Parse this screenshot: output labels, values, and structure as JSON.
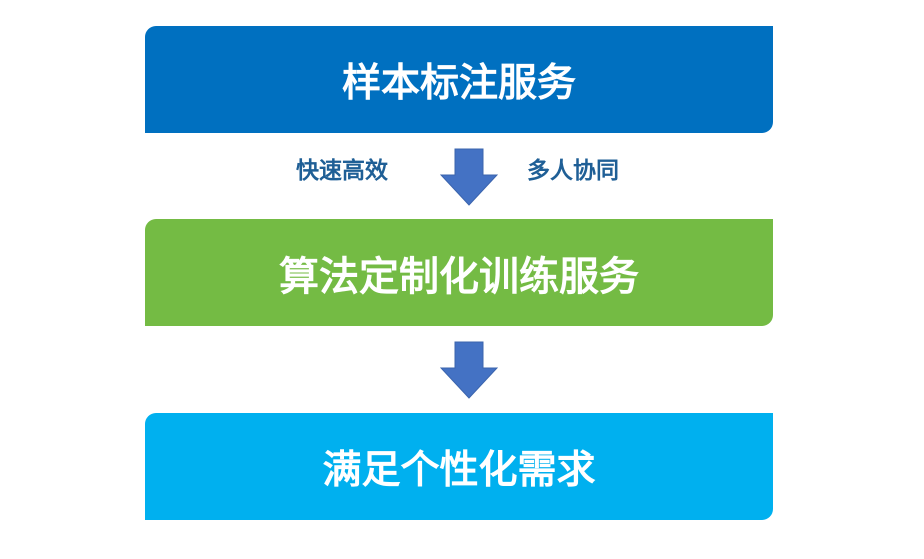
{
  "diagram": {
    "type": "vertical-flow",
    "steps": [
      {
        "label": "样本标注服务",
        "color": "#0070c0"
      },
      {
        "label": "算法定制化训练服务",
        "color": "#74bb44"
      },
      {
        "label": "满足个性化需求",
        "color": "#00b0ef"
      }
    ],
    "connectors": [
      {
        "from": 0,
        "to": 1,
        "left_label": "快速高效",
        "right_label": "多人协同",
        "color": "#4472c4"
      },
      {
        "from": 1,
        "to": 2,
        "color": "#4472c4"
      }
    ]
  }
}
